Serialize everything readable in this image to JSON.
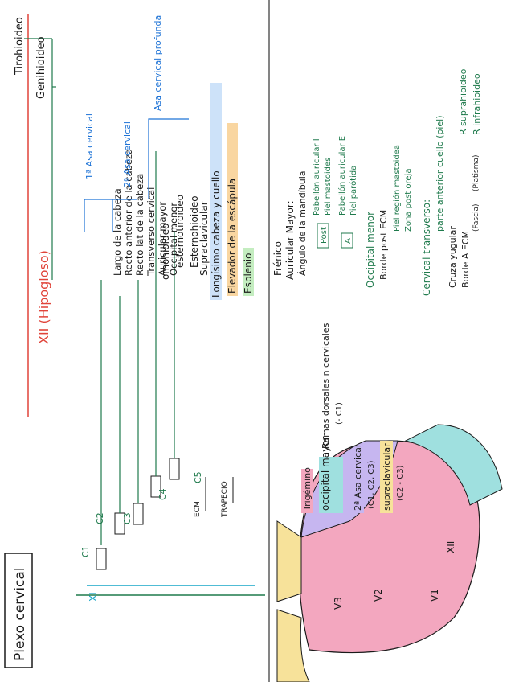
{
  "left_page": {
    "title": "Plexo cervical",
    "cervical_nerves": [
      "C1",
      "C2",
      "C3",
      "C4",
      "C5"
    ],
    "xi_label": "XI",
    "ecm_label": "ECM",
    "trapecio_label": "TRAPECIO",
    "motor_branches": [
      "Largo de la cabeza",
      "Recto anterior de la cabeza",
      "Recto lat de la cabeza",
      "Transverso cervical",
      "Auricular mayor",
      "Occipital menor"
    ],
    "supraclavicular": "Supraclavicular",
    "frenico": "Frénico",
    "hypoglossal": "XII (Hipogloso)",
    "tirohioideo": "Tirohioideo",
    "genihioideo": "Genihioideo",
    "asa_1": "1ª Asa cervical",
    "asa_2": "2ª Asa cervical",
    "asa_profunda": "Asa cervical profunda",
    "infrahyoid": [
      "omohioideo",
      "esternotiroideo",
      "Esternohioideo"
    ],
    "deep_muscles": [
      "Longísimo cabeza y cuello",
      "Elevador de la escápula",
      "Esplenio"
    ]
  },
  "right_page": {
    "legend": {
      "trigemino": "Trigémino",
      "occipital_mayor": "occipital mayor",
      "ramas_dorsales": "Ramas dorsales n cervicales",
      "c1": "(- C1)",
      "asa_cervical_2": "2ª Asa cervical",
      "asa_cervical_2_levels": "(C1, C2, C3)",
      "supraclavicular": "supraclavicular",
      "supraclavicular_levels": "(C2 - C3)"
    },
    "head_labels": [
      "V1",
      "V2",
      "V3",
      "XII"
    ],
    "auricular": {
      "title": "Auricular Mayor:",
      "angulo": "Ángulo de la mandíbula",
      "post": "Post",
      "ant": "A",
      "items": [
        "Pabellón auricular I",
        "Piel mastoides",
        "Pabellón auricular E",
        "Piel parótida"
      ]
    },
    "occipital_menor": {
      "title": "Occipital menor",
      "borde": "Borde post ECM",
      "items": [
        "Piel región mastoidea",
        "Zona post oreja"
      ]
    },
    "cervical_transverso": {
      "title": "Cervical transverso:",
      "item": "parte anterior cuello (piel)",
      "vena": "Cruza yugular",
      "borde": "Borde A ECM",
      "fascia": "(Fascia)",
      "platisma": "(Platisma)",
      "r_supra": "R suprahioideo",
      "r_infra": "R infrahioideo"
    }
  },
  "colors": {
    "green": "#1f7a4c",
    "blue": "#1e73d6",
    "cyan": "#17a6c7",
    "red": "#e0443a",
    "pink": "#f3a7bf",
    "purple": "#c6b6f0",
    "yellow": "#f7e29a",
    "teal_hl": "#9fe0df",
    "orange_hl": "#f7cc8a",
    "green_hl": "#b5e8b0"
  }
}
